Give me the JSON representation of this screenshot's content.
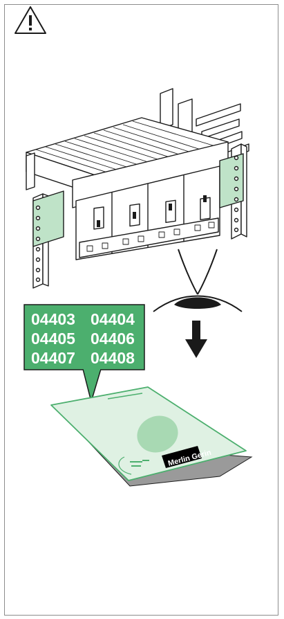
{
  "callout": {
    "codes": [
      [
        "04403",
        "04404"
      ],
      [
        "04405",
        "04406"
      ],
      [
        "04407",
        "04408"
      ]
    ]
  },
  "manual": {
    "brand": "Merlin Gerin"
  },
  "colors": {
    "accent_green": "#4caf6e",
    "light_green": "#dff1e3",
    "outline": "#1a1a1a"
  },
  "icons": [
    "warning-icon",
    "eye-icon",
    "arrow-down-icon"
  ]
}
